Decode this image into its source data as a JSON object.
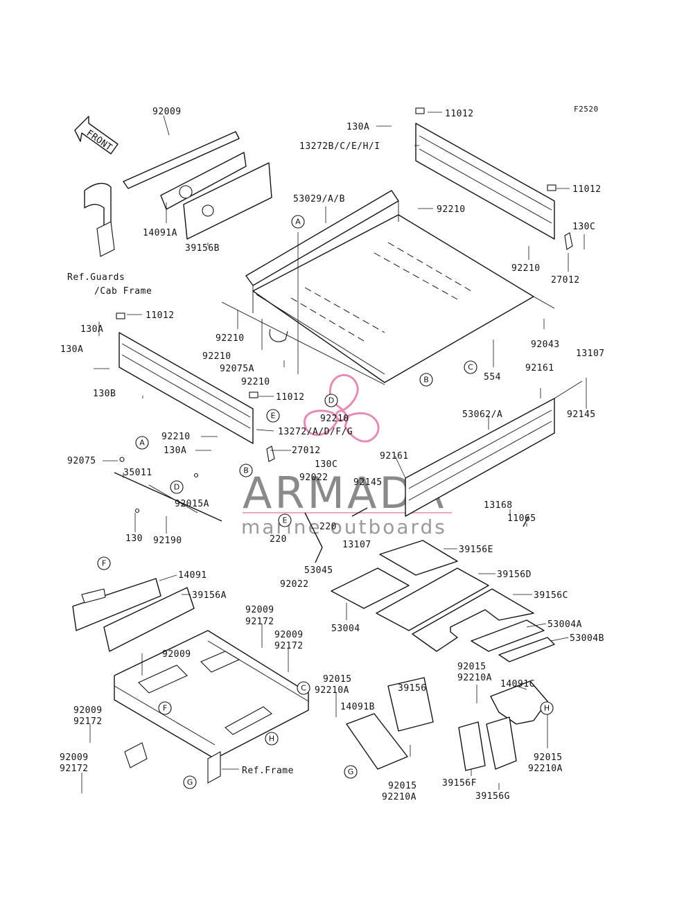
{
  "figure_code": "F2520",
  "front_label": "FRONT",
  "watermark": {
    "brand": "ARMADA",
    "tagline": "marine outboards",
    "accent_color": "#e58bb5"
  },
  "references": {
    "guards": "Ref.Guards",
    "cab_frame": "/Cab Frame",
    "frame": "Ref.Frame"
  },
  "parts": {
    "p92009_top": "92009",
    "p14091A": "14091A",
    "p39156B": "39156B",
    "p11012_a": "11012",
    "p130A_a": "130A",
    "p13272B": "13272B/C/E/H/I",
    "p11012_b": "11012",
    "p53029": "53029/A/B",
    "p92210_a": "92210",
    "p130C_a": "130C",
    "p92210_b": "92210",
    "p27012_a": "27012",
    "p11012_c": "11012",
    "p130A_b": "130A",
    "p92210_c": "92210",
    "p130A_c": "130A",
    "p92210_d": "92210",
    "p92075A": "92075A",
    "p92210_e": "92210",
    "p130B": "130B",
    "p11012_d": "11012",
    "p92043": "92043",
    "p554": "554",
    "p13107_a": "13107",
    "p92161_a": "92161",
    "p92145_a": "92145",
    "p92210_f": "92210",
    "p13272A": "13272/A/D/F/G",
    "p92210_g": "92210",
    "p130A_d": "130A",
    "p27012_b": "27012",
    "p130C_b": "130C",
    "p92075": "92075",
    "p35011": "35011",
    "p92015A": "92015A",
    "p130": "130",
    "p92190": "92190",
    "p53062": "53062/A",
    "p92161_b": "92161",
    "p92022_a": "92022",
    "p92145_b": "92145",
    "p220_a": "220",
    "p13168": "13168",
    "p11065": "11065",
    "p13107_b": "13107",
    "p220_b": "220",
    "p53045": "53045",
    "p92022_b": "92022",
    "p39156E": "39156E",
    "p39156D": "39156D",
    "p39156C": "39156C",
    "p53004": "53004",
    "p53004A": "53004A",
    "p53004B": "53004B",
    "p14091": "14091",
    "p39156A": "39156A",
    "p92009_b": "92009",
    "p92172_b": "92172",
    "p92009_c": "92009",
    "p92172_c": "92172",
    "p92009_d": "92009",
    "p92009_e": "92009",
    "p92172_e": "92172",
    "p92009_f": "92009",
    "p92172_f": "92172",
    "p92015_a": "92015",
    "p92210A_a": "92210A",
    "p14091B": "14091B",
    "p39156": "39156",
    "p92015_b": "92015",
    "p92210A_b": "92210A",
    "p14091C": "14091C",
    "p92015_c": "92015",
    "p92210A_c": "92210A",
    "p92015_d": "92015",
    "p92210A_d": "92210A",
    "p39156F": "39156F",
    "p39156G": "39156G"
  },
  "callouts": {
    "A": "A",
    "B": "B",
    "C": "C",
    "D": "D",
    "E": "E",
    "F": "F",
    "G": "G",
    "H": "H"
  }
}
